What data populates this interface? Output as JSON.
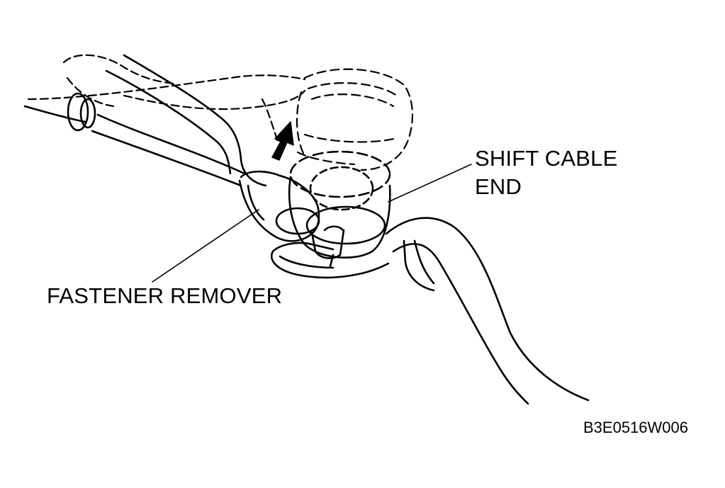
{
  "labels": {
    "shift_cable_end_line1": "SHIFT CABLE",
    "shift_cable_end_line2": "END",
    "fastener_remover": "FASTENER REMOVER",
    "figure_code": "B3E0516W006"
  },
  "colors": {
    "ink": "#000000",
    "paper": "#ffffff"
  },
  "icons": {
    "direction_arrow": "up-arrow-icon"
  }
}
